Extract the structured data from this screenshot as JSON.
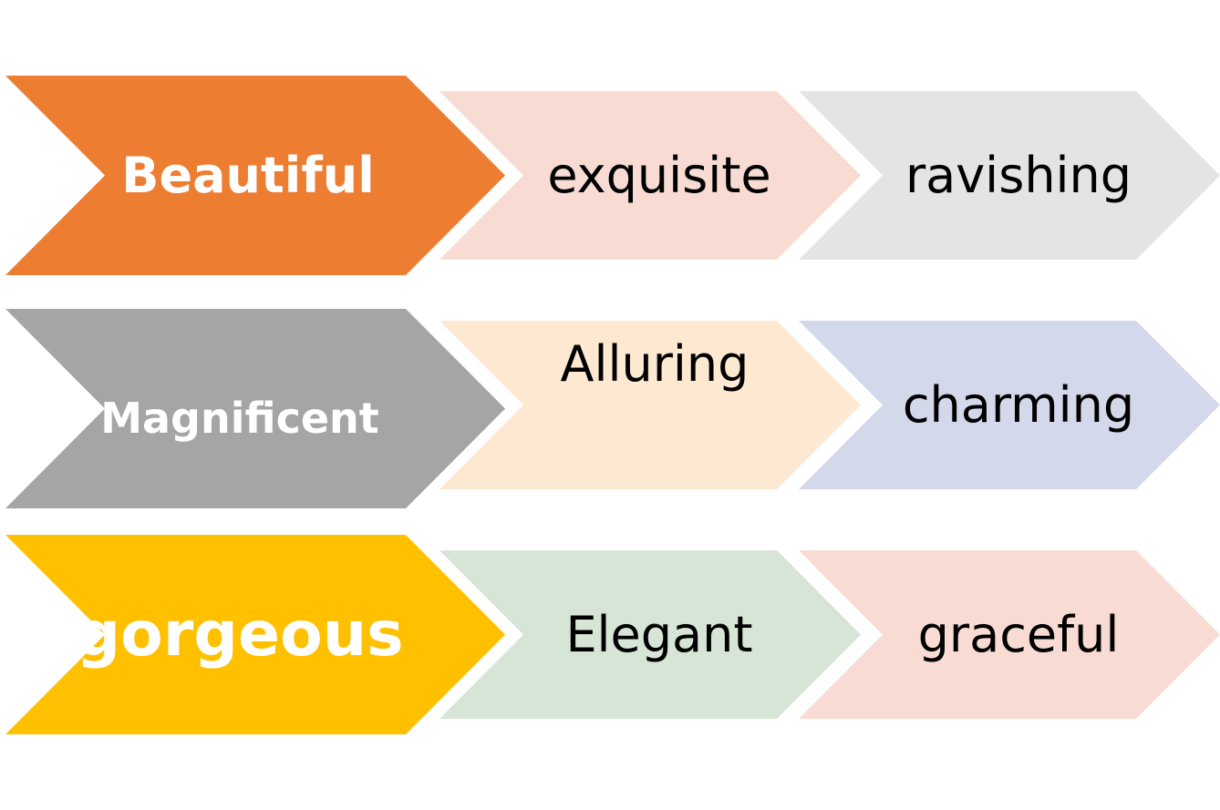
{
  "colors": {
    "beautiful": "#ED7D31",
    "magnificent": "#A5A5A5",
    "gorgeous": "#FFC000",
    "exquisite": "#F8DBD2",
    "ravishing": "#E4E4E4",
    "alluring": "#FDE8D1",
    "charming": "#D3D9EA",
    "elegant": "#D6E5D5",
    "graceful": "#F8DBD2",
    "primary_text": "#FFFFFF",
    "secondary_text": "#000000"
  },
  "rows": [
    {
      "primary": "Beautiful",
      "items": [
        "exquisite",
        "ravishing"
      ]
    },
    {
      "primary": "Magnificent",
      "items": [
        "Alluring",
        "charming"
      ]
    },
    {
      "primary": "gorgeous",
      "items": [
        "Elegant",
        "graceful"
      ]
    }
  ]
}
